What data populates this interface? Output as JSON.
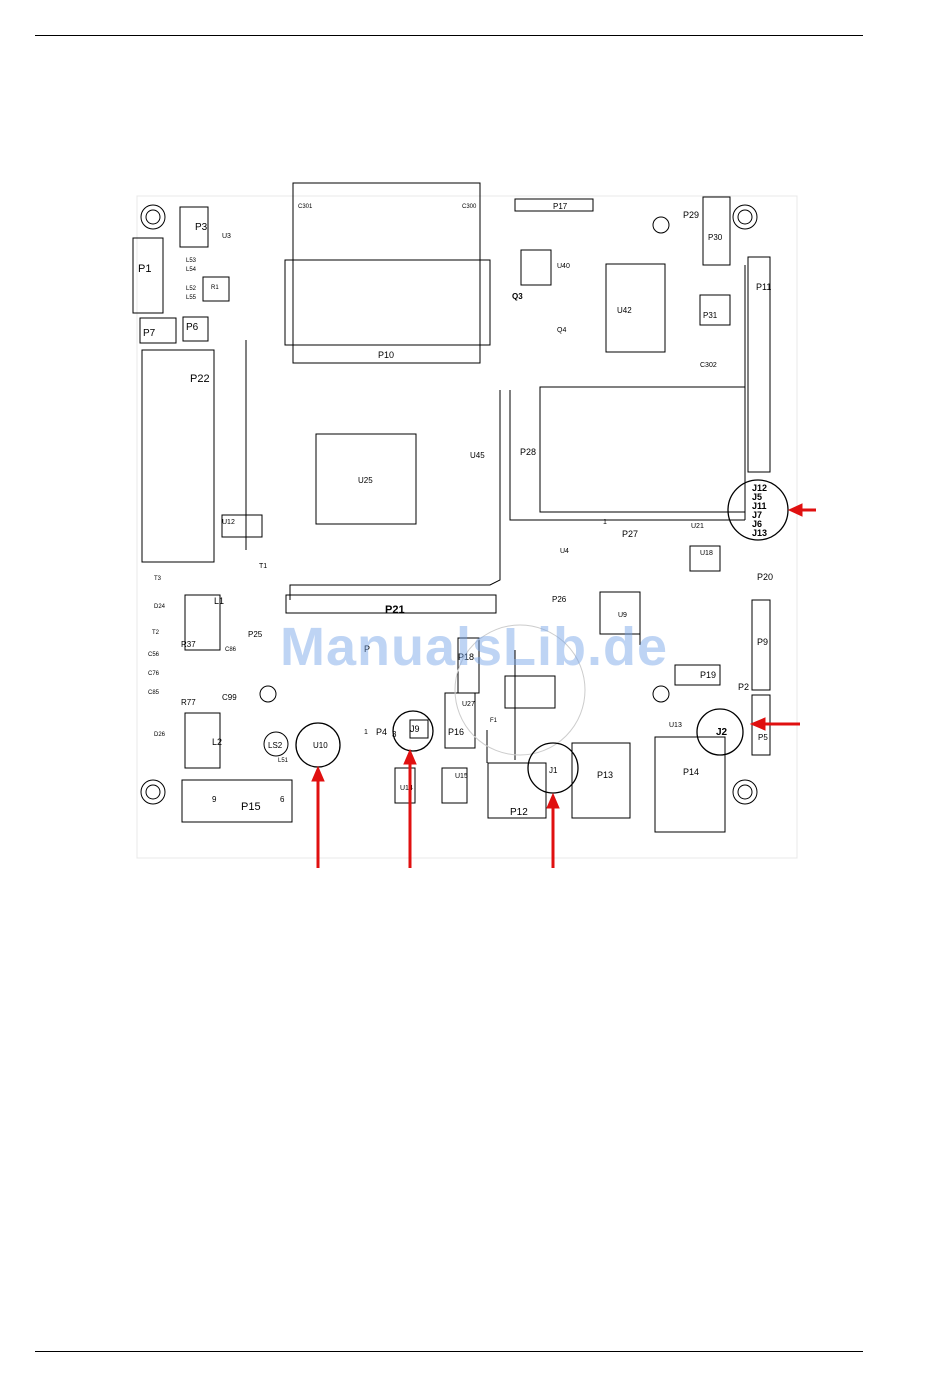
{
  "colors": {
    "arrow": "#e01010",
    "watermark": "#7aa6e6",
    "line": "#000000"
  },
  "watermark": "ManualsLib.de",
  "jumper_group": [
    "J12",
    "J5",
    "J11",
    "J7",
    "J6",
    "J13"
  ],
  "circled_labels": {
    "u10": "U10",
    "j9": "J9",
    "j1": "J1",
    "j2": "J2"
  },
  "connectors": {
    "p1": "P1",
    "p3": "P3",
    "p6": "P6",
    "p7": "P7",
    "p9": "P9",
    "p10": "P10",
    "p11": "P11",
    "p12": "P12",
    "p13": "P13",
    "p14": "P14",
    "p15": "P15",
    "p16": "P16",
    "p17": "P17",
    "p18": "P18",
    "p19": "P19",
    "p20": "P20",
    "p21": "P21",
    "p22": "P22",
    "p25": "P25",
    "p26": "P26",
    "p27": "P27",
    "p28": "P28",
    "p29": "P29",
    "p30": "P30",
    "p31": "P31",
    "p2": "P2",
    "p4": "P4",
    "p": "P",
    "p5": "P5"
  },
  "parts": {
    "u25": "U25",
    "u42": "U42",
    "u45": "U45",
    "u40": "U40",
    "u12": "U12",
    "u3": "U3",
    "u9": "U9",
    "u18": "U18",
    "u14": "U14",
    "u15": "U15",
    "u27": "U27",
    "u13": "U13",
    "u4": "U4",
    "u21": "U21",
    "q3": "Q3",
    "q4": "Q4",
    "l1": "L1",
    "l2": "L2",
    "ls2": "LS2",
    "l51": "L51",
    "l53": "L53",
    "l54": "L54",
    "l52": "L52",
    "l55": "L55",
    "r1": "R1",
    "t1": "T1",
    "t2": "T2",
    "t3": "T3",
    "d24": "D24",
    "d26": "D26",
    "r37": "R37",
    "r77": "R77",
    "c99": "C99",
    "c302": "C302",
    "c56": "C56",
    "c76": "C76",
    "c85": "C85",
    "c86": "C86",
    "c301": "C301",
    "c300": "C300",
    "f1": "F1",
    "pin_9": "9",
    "pin_6": "6",
    "pin_1a": "1",
    "pin_1b": "1",
    "pin_3": "3"
  }
}
